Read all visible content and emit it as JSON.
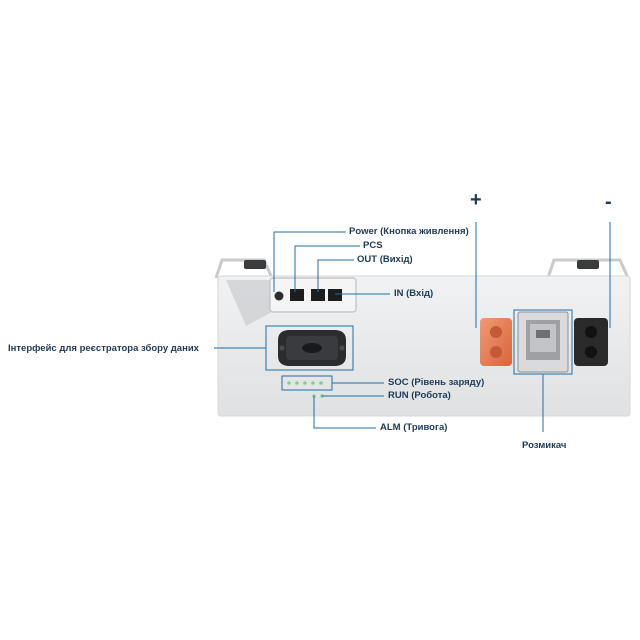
{
  "labels": {
    "power": "Power (Кнопка живлення)",
    "pcs": "PCS",
    "out": "OUT (Вихід)",
    "in": "IN (Вхід)",
    "interface": "Інтерфейс для реєстратора збору даних",
    "soc": "SOC (Рівень заряду)",
    "run": "RUN (Робота)",
    "alm": "ALM (Тривога)",
    "breaker": "Розмикач",
    "plus": "+",
    "minus": "-"
  },
  "colors": {
    "accent": "#1f6fa8",
    "label_text": "#1f3a55",
    "positive_terminal": "#e2774f",
    "negative_terminal": "#2a2a2a",
    "body": "#e7e8ea"
  },
  "leds": {
    "soc_count": 5
  }
}
